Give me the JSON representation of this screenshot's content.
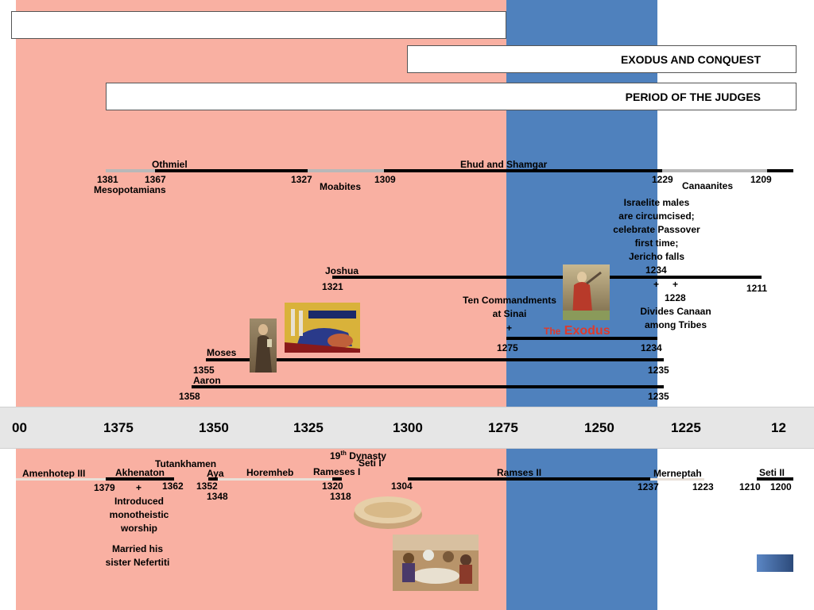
{
  "banners": {
    "top": "",
    "exodus_conquest": "EXODUS AND CONQUEST",
    "judges": "PERIOD OF THE JUDGES"
  },
  "axis_ticks": [
    "00",
    "1375",
    "1350",
    "1325",
    "1300",
    "1275",
    "1250",
    "1225",
    "12"
  ],
  "judges_row": {
    "othmiel": "Othmiel",
    "ehud_shamgar": "Ehud and Shamgar",
    "y1381": "1381",
    "y1367": "1367",
    "y1327": "1327",
    "y1309": "1309",
    "y1229": "1229",
    "y1209": "1209",
    "mesopotamians": "Mesopotamians",
    "moabites": "Moabites",
    "canaanites": "Canaanites"
  },
  "israelite_note": [
    "Israelite males",
    "are circumcised;",
    "celebrate Passover",
    "first time;",
    "Jericho falls"
  ],
  "joshua_row": {
    "joshua": "Joshua",
    "y1321": "1321",
    "y1234": "1234",
    "plus": "+",
    "y1228": "1228",
    "y1211": "1211",
    "divides_1": "Divides Canaan",
    "divides_2": "among Tribes"
  },
  "exodus_row": {
    "commandments_1": "Ten Commandments",
    "commandments_2": "at Sinai",
    "plus": "+",
    "y1275": "1275",
    "y1234": "1234",
    "the": "The",
    "exodus": "Exodus"
  },
  "moses_row": {
    "moses": "Moses",
    "y1355": "1355",
    "y1235": "1235"
  },
  "aaron_row": {
    "aaron": "Aaron",
    "y1358": "1358",
    "y1235": "1235"
  },
  "egypt_row": {
    "amenhotep": "Amenhotep III",
    "tutankhamen": "Tutankhamen",
    "akhenaton": "Akhenaton",
    "aya": "Aya",
    "horemheb": "Horemheb",
    "dynasty": "19",
    "dynasty_sup": "th",
    "dynasty_rest": " Dynasty",
    "seti_i": "Seti I",
    "rameses_i": "Rameses I",
    "ramses_ii": "Ramses II",
    "merneptah": "Merneptah",
    "seti_ii": "Seti II",
    "y1379": "1379",
    "plus": "+",
    "y1362": "1362",
    "y1352": "1352",
    "y1348": "1348",
    "y1320": "1320",
    "y1318": "1318",
    "y1304": "1304",
    "y1237": "1237",
    "y1223": "1223",
    "y1210": "1210",
    "y1200": "1200",
    "introduced": [
      "Introduced",
      "monotheistic",
      "worship"
    ],
    "married": [
      "Married his",
      "sister Nefertiti"
    ]
  },
  "colors": {
    "salmon": "#f9b0a2",
    "blue": "#4f81bd",
    "axis": "#e6e6e6",
    "exodus_red": "#e03a2a"
  }
}
